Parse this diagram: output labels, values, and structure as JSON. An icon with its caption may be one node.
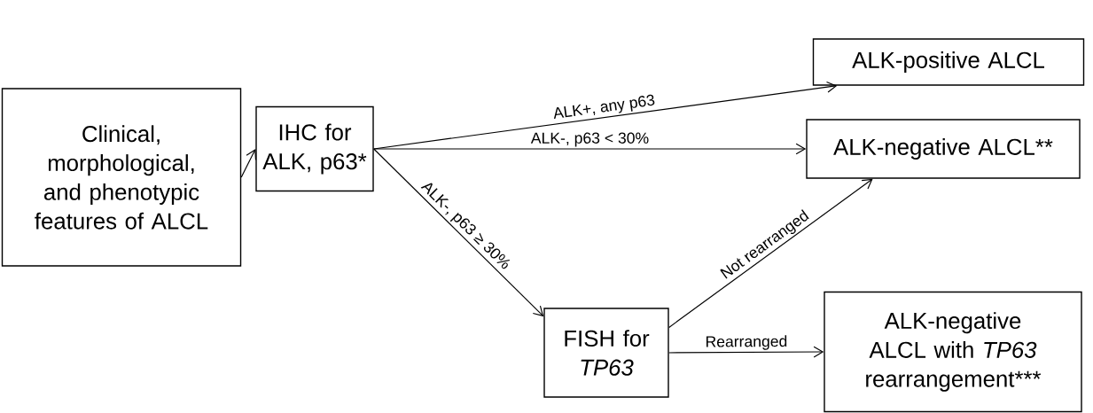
{
  "diagram": {
    "nodes": [
      {
        "text": [
          "Clinical, morphological, and phenotypic features of ALCL"
        ]
      },
      {
        "text": [
          "IHC for ALK, p63*"
        ]
      },
      {
        "text": [
          "ALK-positive ALCL"
        ]
      },
      {
        "text": [
          "ALK-negative ALCL**"
        ]
      },
      {
        "text": [
          "FISH for *TP63*"
        ]
      },
      {
        "text": [
          "ALK-negative ALCL with *TP63* rearrangement***"
        ]
      }
    ],
    "edges": [
      {
        "from": 0,
        "to": 1,
        "arrow": "to"
      },
      {
        "from": 1,
        "to": 2,
        "arrow": "to",
        "label": "ALK+, any p63"
      },
      {
        "from": 1,
        "to": 3,
        "arrow": "to",
        "label": "ALK-, p63 < 30%"
      },
      {
        "from": 1,
        "to": 4,
        "arrow": "to",
        "label": "ALK-, p63 ≥ 30%"
      },
      {
        "from": 4,
        "to": 3,
        "arrow": "to",
        "label": "Not rearranged"
      },
      {
        "from": 4,
        "to": 5,
        "arrow": "to",
        "label": "Rearranged"
      }
    ]
  }
}
